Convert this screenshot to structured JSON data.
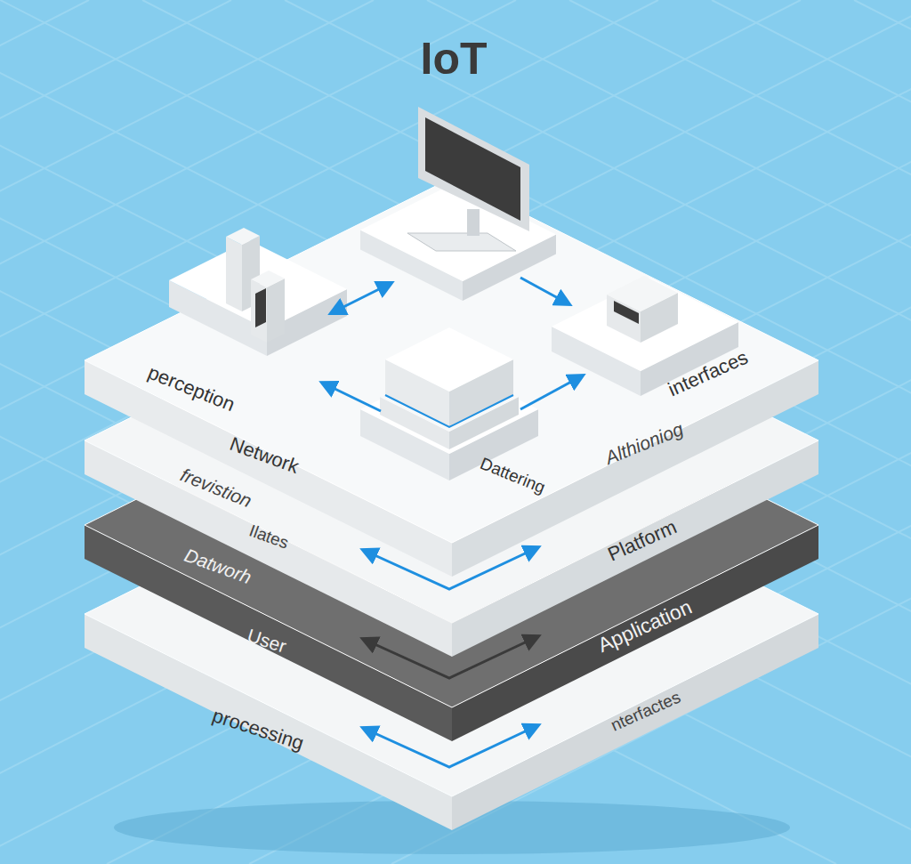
{
  "diagram": {
    "title": "IoT",
    "labels": [
      "perception",
      "Network",
      "interfaces",
      "Dattering",
      "Althioniog",
      "frevistion",
      "Ilates",
      "Platform",
      "Datworh",
      "User",
      "Application",
      "processing",
      "nterfactes"
    ]
  }
}
